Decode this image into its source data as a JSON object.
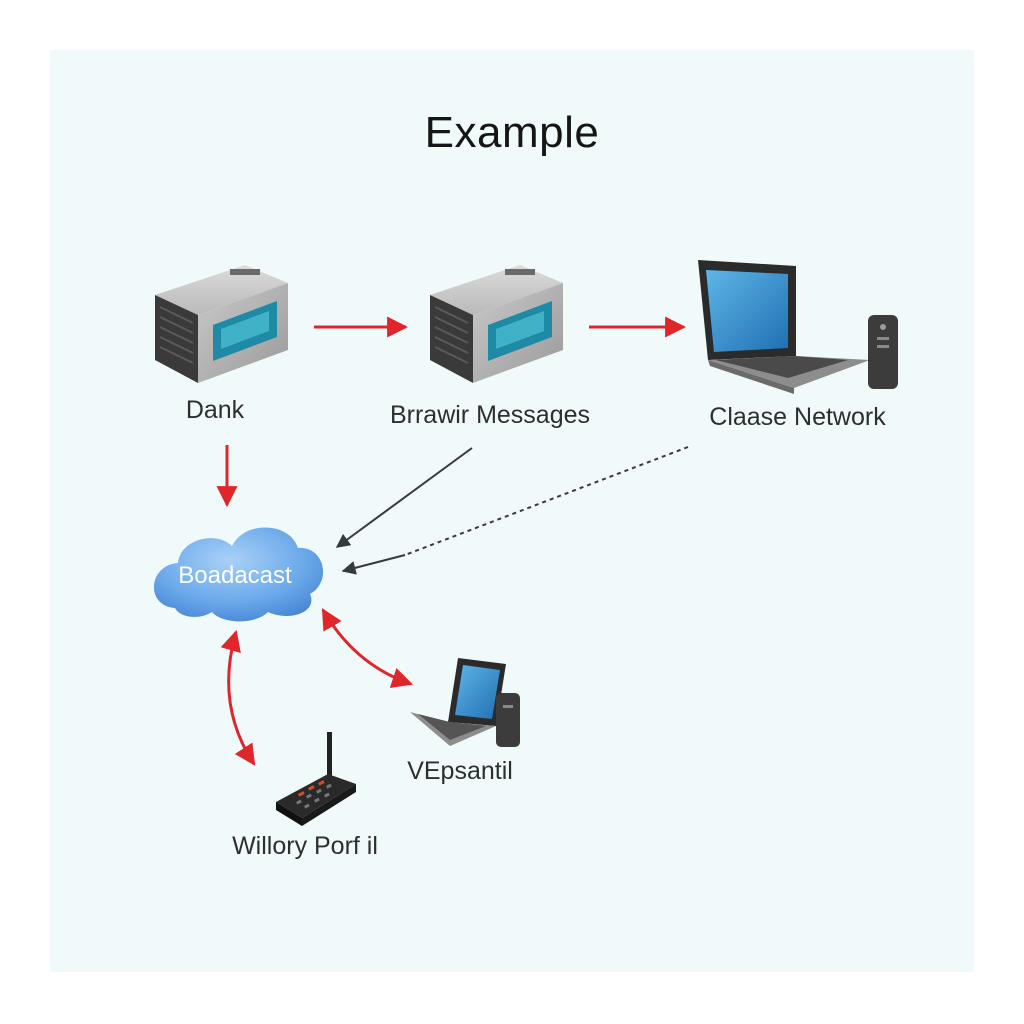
{
  "title": "Example",
  "nodes": {
    "dank": {
      "label": "Dank",
      "icon": "server-icon"
    },
    "brawir": {
      "label": "Brrawir Messages",
      "icon": "server-icon"
    },
    "claase": {
      "label": "Claase Network",
      "icon": "laptop-icon"
    },
    "broadcast": {
      "label": "Boadacast",
      "icon": "cloud-icon"
    },
    "vepsantil": {
      "label": "VEpsantil",
      "icon": "laptop-icon"
    },
    "willory": {
      "label": "Willory Porf il",
      "icon": "radio-handset-icon"
    }
  },
  "colors": {
    "background": "#f1fafa",
    "arrow_red": "#e0262b",
    "arrow_dark": "#333a40",
    "cloud": "#5b9be0"
  }
}
